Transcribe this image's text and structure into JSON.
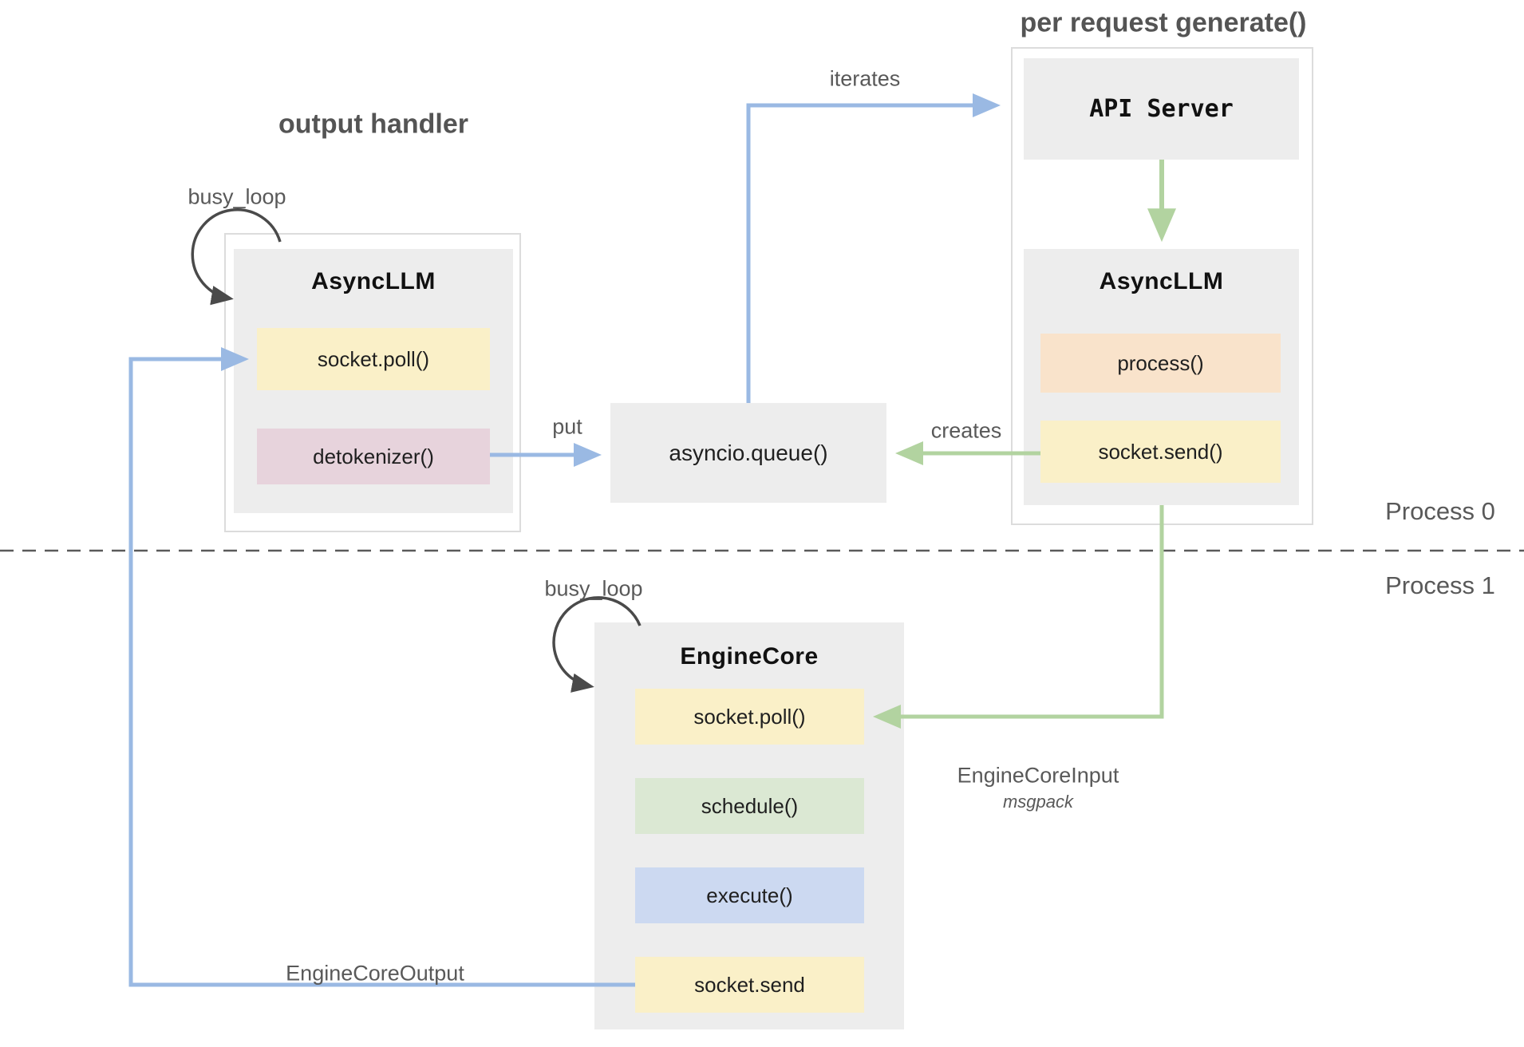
{
  "titles": {
    "output_handler": "output handler",
    "per_request_generate": "per request generate()"
  },
  "process_labels": {
    "process0": "Process 0",
    "process1": "Process 1"
  },
  "edge_labels": {
    "iterates": "iterates",
    "put": "put",
    "creates": "creates",
    "busy_loop_left": "busy_loop",
    "busy_loop_bottom": "busy_loop",
    "engine_core_input": "EngineCoreInput",
    "engine_core_input_format": "msgpack",
    "engine_core_output": "EngineCoreOutput"
  },
  "nodes": {
    "left_asyncllm": {
      "title": "AsyncLLM",
      "methods": [
        {
          "label": "socket.poll()",
          "color": "#faf0c8"
        },
        {
          "label": "detokenizer()",
          "color": "#e7d3dc"
        }
      ]
    },
    "queue": {
      "label": "asyncio.queue()"
    },
    "api_server": {
      "title": "API Server"
    },
    "right_asyncllm": {
      "title": "AsyncLLM",
      "methods": [
        {
          "label": "process()",
          "color": "#f9e3cb"
        },
        {
          "label": "socket.send()",
          "color": "#faf0c8"
        }
      ]
    },
    "engine_core": {
      "title": "EngineCore",
      "methods": [
        {
          "label": "socket.poll()",
          "color": "#faf0c8"
        },
        {
          "label": "schedule()",
          "color": "#dbe8d3"
        },
        {
          "label": "execute()",
          "color": "#ccd9f1"
        },
        {
          "label": "socket.send",
          "color": "#faf0c8"
        }
      ]
    }
  },
  "colors": {
    "node_gray": "#ededed",
    "container_border": "#dcdcdc",
    "arrow_blue": "#9ab9e3",
    "arrow_green": "#b2d3a0",
    "loop_dark": "#4a4a4a",
    "divider_gray": "#5a5a5a",
    "label_gray": "#595959"
  }
}
